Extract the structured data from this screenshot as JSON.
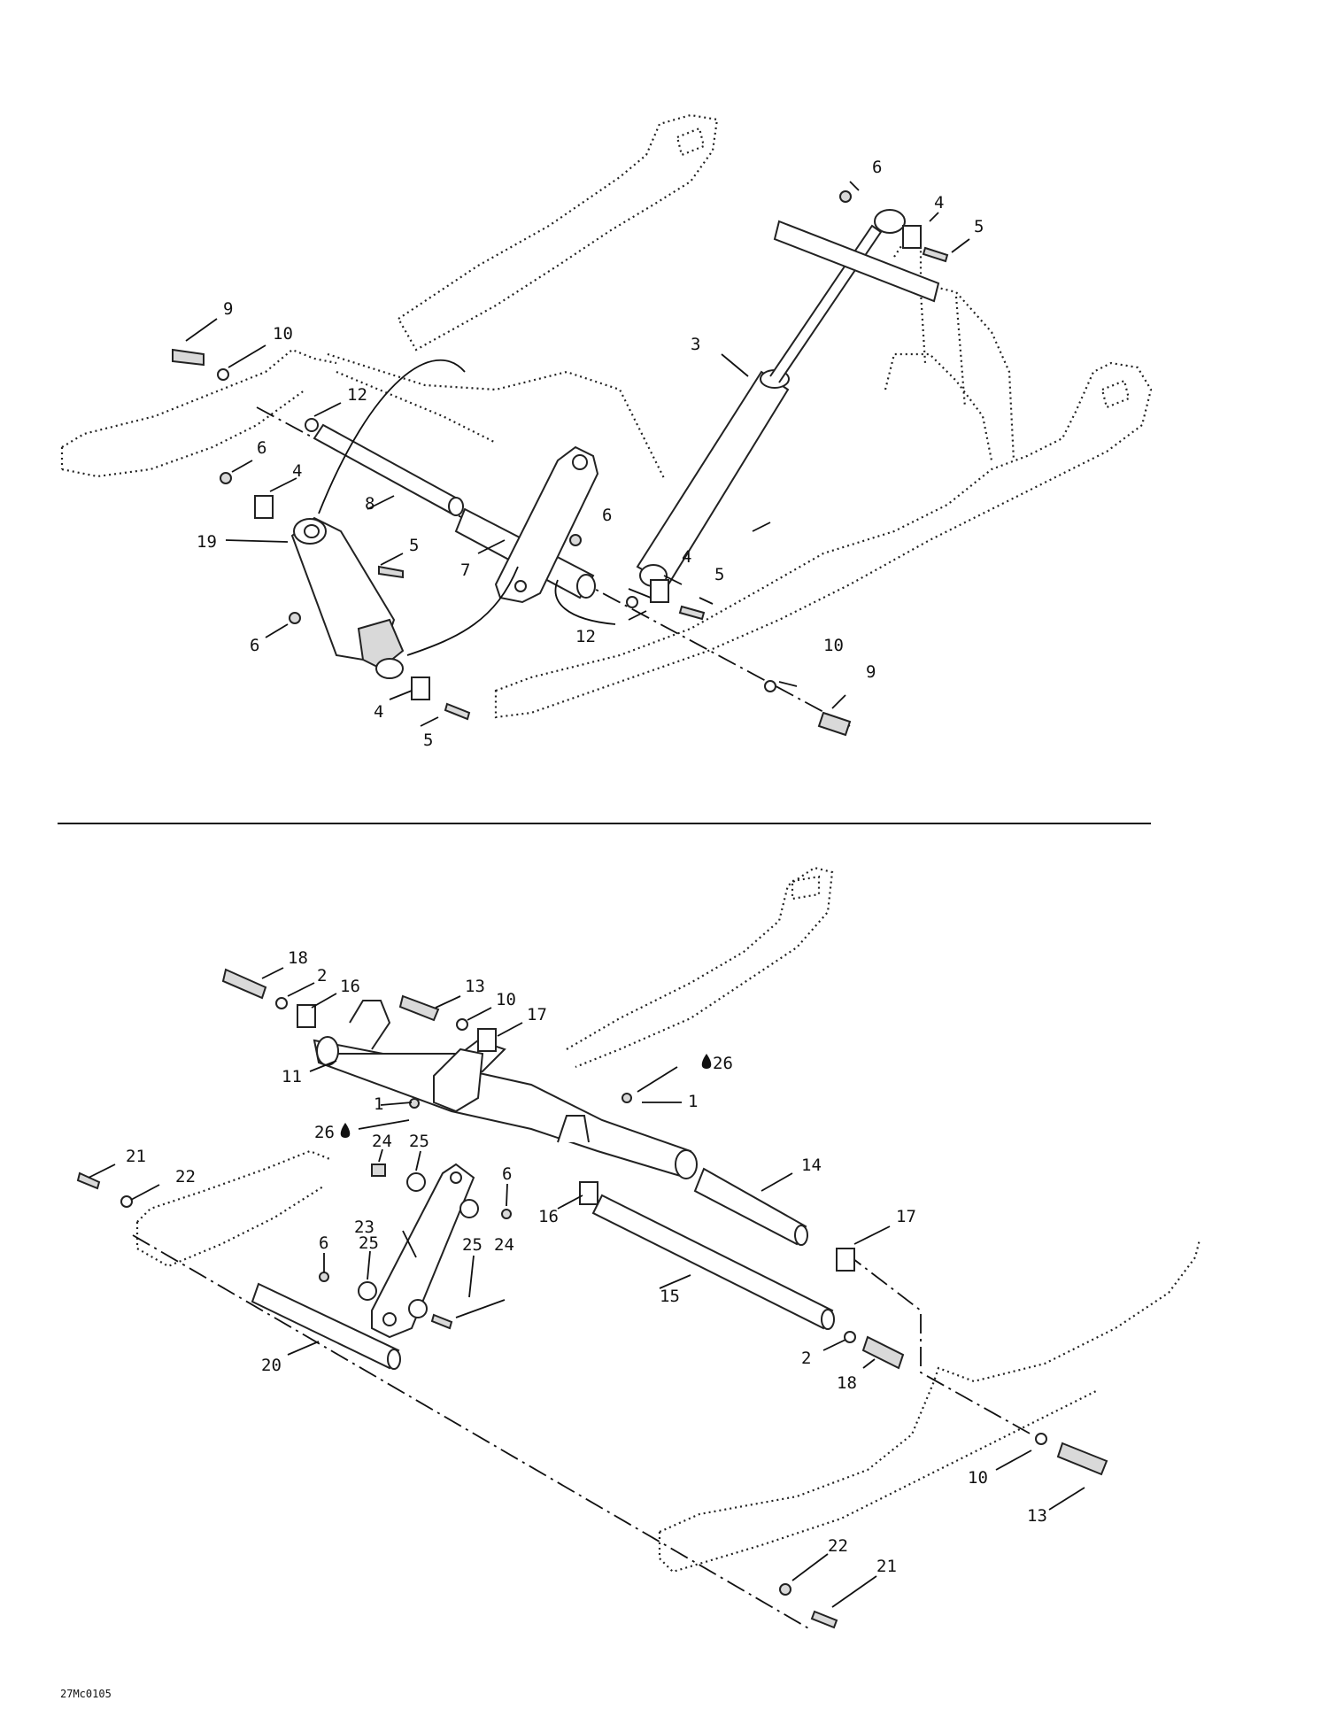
{
  "diagram_code": "27Mc0105",
  "top_labels": {
    "l9a": "9",
    "l10a": "10",
    "l12a": "12",
    "l6a": "6",
    "l4a": "4",
    "l8": "8",
    "l19": "19",
    "l5a": "5",
    "l7": "7",
    "l6b": "6",
    "l4b": "4",
    "l5b": "5",
    "l12b": "12",
    "l6c": "6",
    "l4c": "4",
    "l5c": "5",
    "l10b": "10",
    "l9b": "9",
    "l3": "3",
    "l6d": "6",
    "l4d": "4",
    "l5d": "5"
  },
  "bottom_labels": {
    "l18a": "18",
    "l2a": "2",
    "l16a": "16",
    "l13a": "13",
    "l10a": "10",
    "l17a": "17",
    "l26a": "26",
    "l11": "11",
    "l1a": "1",
    "l26b": "26",
    "l1b": "1",
    "l21a": "21",
    "l22a": "22",
    "l24a": "24",
    "l25a": "25",
    "l6a": "6",
    "l23": "23",
    "l16b": "16",
    "l14": "14",
    "l17b": "17",
    "l6b": "6",
    "l25b": "25",
    "l25c": "25",
    "l24b": "24",
    "l15": "15",
    "l20": "20",
    "l2b": "2",
    "l18b": "18",
    "l10b": "10",
    "l13b": "13",
    "l22b": "22",
    "l21b": "21"
  }
}
